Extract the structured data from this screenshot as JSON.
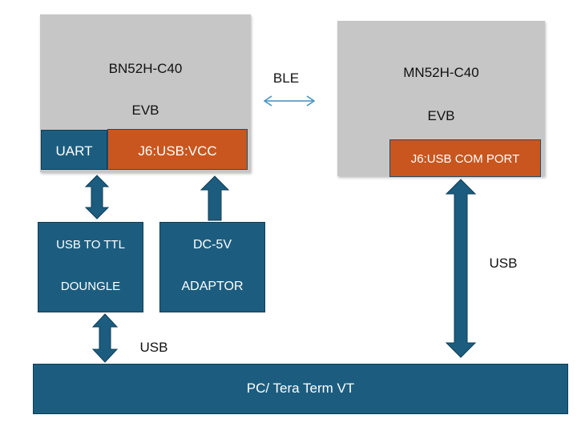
{
  "left_evb": {
    "title": "BN52H-C40",
    "subtitle": "EVB",
    "uart_label": "UART",
    "power_label": "J6:USB:VCC"
  },
  "right_evb": {
    "title": "MN52H-C40",
    "subtitle": "EVB",
    "port_label": "J6:USB COM PORT"
  },
  "ble_label": "BLE",
  "usb_ttl": {
    "line1": "USB TO TTL",
    "line2": "DOUNGLE"
  },
  "adaptor": {
    "line1": "DC-5V",
    "line2": "ADAPTOR"
  },
  "usb_label_left": "USB",
  "usb_label_right": "USB",
  "pc_label": "PC/ Tera Term VT",
  "colors": {
    "evb_gray": "#c6c6c6",
    "block_blue": "#1c5d7f",
    "port_orange": "#c9561f",
    "ble_arrow": "#3f8fbf"
  }
}
